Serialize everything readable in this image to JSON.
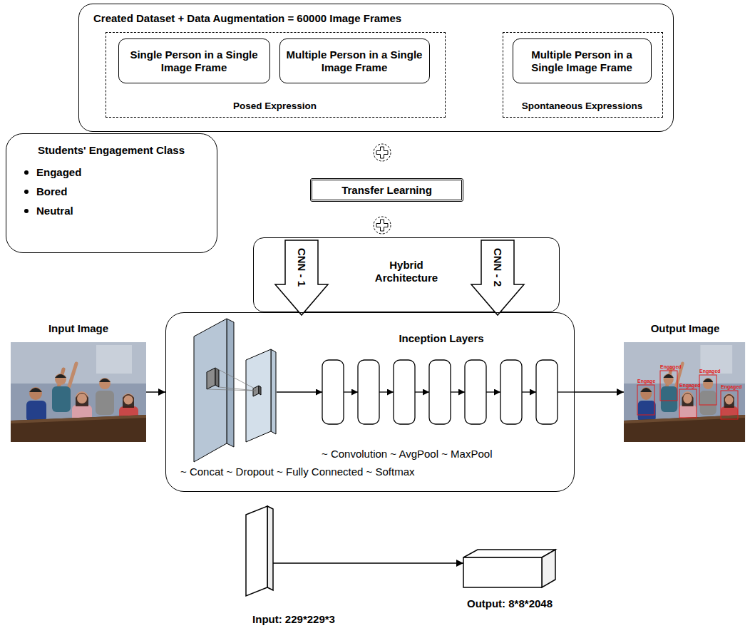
{
  "diagram": {
    "nodes": [
      {
        "text": [
          "Created Dataset + Data Augmentation = 60000 Image Frames"
        ]
      },
      {
        "text": [
          "Posed Expression"
        ],
        "in": 0
      },
      {
        "text": [
          "Single Person in a Single Image Frame"
        ],
        "in": 1
      },
      {
        "text": [
          "Multiple Person in a Single Image Frame"
        ],
        "in": 1
      },
      {
        "text": [
          "Spontaneous Expressions"
        ],
        "in": 0
      },
      {
        "text": [
          "Multiple Person in a Single Image Frame"
        ],
        "in": 4
      },
      {
        "text": [
          "Students' Engagement Class",
          "Engaged",
          "Bored",
          "Neutral"
        ]
      },
      {
        "text": [
          "Transfer Learning"
        ]
      },
      {
        "text": [
          "Hybrid Architecture"
        ]
      },
      {
        "text": [
          "CNN - 1"
        ],
        "in": 8
      },
      {
        "text": [
          "CNN - 2"
        ],
        "in": 8
      },
      {
        "text": [
          "Input Image"
        ]
      },
      {
        "text": [
          "Inception Layers",
          "~ Convolution ~ AvgPool ~ MaxPool",
          "~ Concat ~ Dropout ~ Fully Connected ~ Softmax"
        ]
      },
      {
        "text": [
          "Output Image"
        ]
      },
      {
        "text": [
          "Input: 229*229*3"
        ]
      },
      {
        "text": [
          "Output: 8*8*2048"
        ]
      }
    ],
    "edges": [
      {
        "from": 11,
        "to": 12,
        "arrow": "to"
      },
      {
        "from": 12,
        "to": 13,
        "arrow": "to"
      },
      {
        "from": 14,
        "to": 15,
        "arrow": "to"
      }
    ],
    "labels": [
      "Engage",
      "Engaged",
      "Engaged",
      "Engaged",
      "Engaged"
    ]
  }
}
